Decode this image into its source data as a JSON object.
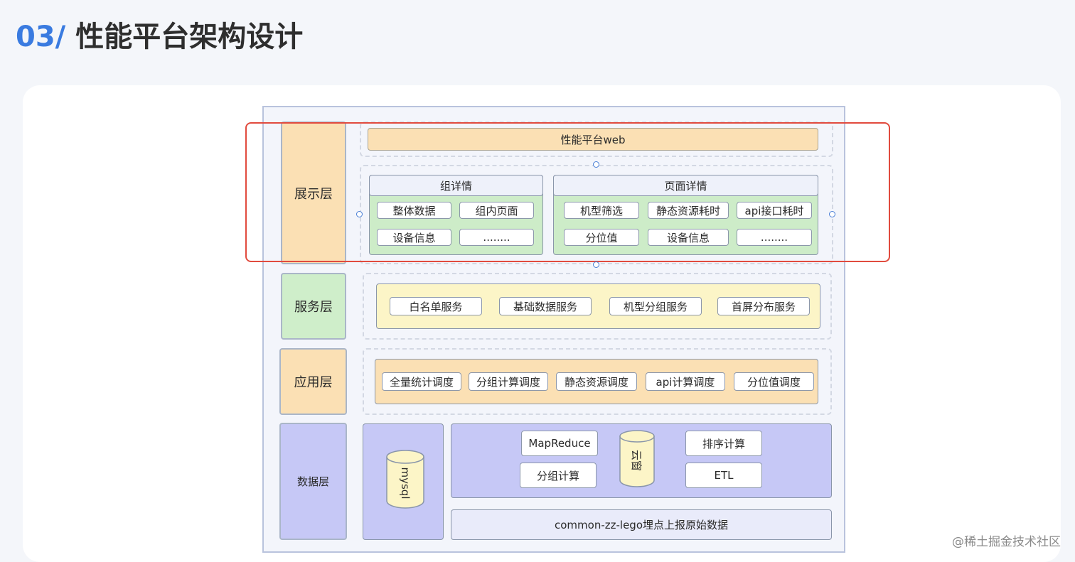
{
  "title": {
    "number": "03/",
    "text": "性能平台架构设计"
  },
  "layers": {
    "presentation": {
      "label": "展示层",
      "web": "性能平台web",
      "group_detail": {
        "title": "组详情",
        "items": [
          "整体数据",
          "组内页面",
          "设备信息",
          "........"
        ]
      },
      "page_detail": {
        "title": "页面详情",
        "items": [
          "机型筛选",
          "静态资源耗时",
          "api接口耗时",
          "分位值",
          "设备信息",
          "........"
        ]
      }
    },
    "service": {
      "label": "服务层",
      "items": [
        "白名单服务",
        "基础数据服务",
        "机型分组服务",
        "首屏分布服务"
      ]
    },
    "application": {
      "label": "应用层",
      "items": [
        "全量统计调度",
        "分组计算调度",
        "静态资源调度",
        "api计算调度",
        "分位值调度"
      ]
    },
    "data": {
      "label": "数据层",
      "mysql": "mysql",
      "compute": [
        "MapReduce",
        "分组计算",
        "排序计算",
        "ETL"
      ],
      "cloud": "云窗",
      "source": "common-zz-lego埋点上报原始数据"
    }
  },
  "colors": {
    "presentation": "#fbe0b4",
    "service": "#cfeeca",
    "application": "#fbe0b4",
    "data": "#c6c8f6",
    "highlight": "#e14b3e",
    "title_number": "#3a7be0"
  },
  "watermark": "@稀土掘金技术社区"
}
